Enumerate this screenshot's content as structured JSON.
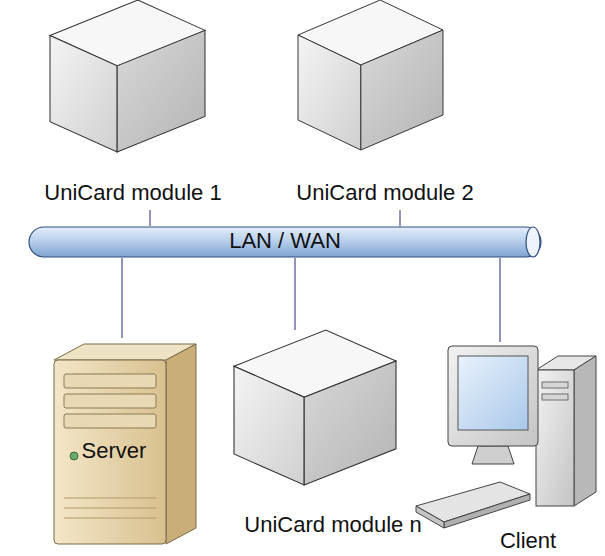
{
  "diagram": {
    "nodes": [
      {
        "text": [
          "UniCard module 1"
        ]
      },
      {
        "text": [
          "UniCard module 2"
        ]
      },
      {
        "text": [
          "LAN / WAN"
        ]
      },
      {
        "text": [
          "Server"
        ]
      },
      {
        "text": [
          "UniCard module n"
        ]
      },
      {
        "text": [
          "Client"
        ]
      }
    ],
    "edges": [
      {
        "from": 0,
        "to": 2,
        "arrow": "none"
      },
      {
        "from": 1,
        "to": 2,
        "arrow": "none"
      },
      {
        "from": 3,
        "to": 2,
        "arrow": "none"
      },
      {
        "from": 4,
        "to": 2,
        "arrow": "none"
      },
      {
        "from": 5,
        "to": 2,
        "arrow": "none"
      }
    ]
  }
}
